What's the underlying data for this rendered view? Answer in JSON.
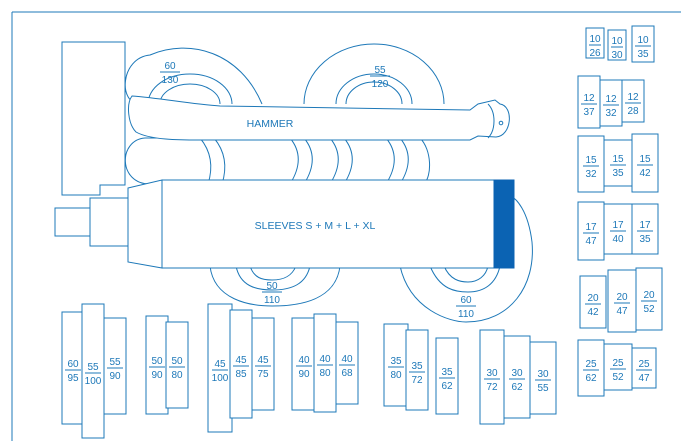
{
  "colors": {
    "line": "#1d78b8",
    "accent": "#0b63b3",
    "background": "#ffffff"
  },
  "labels": {
    "hammer": "HAMMER",
    "sleeves": "SLEEVES S + M + L + XL"
  },
  "drift_labels": [
    {
      "top": "60",
      "bottom": "130"
    },
    {
      "top": "55",
      "bottom": "120"
    },
    {
      "top": "50",
      "bottom": "110"
    },
    {
      "top": "60",
      "bottom": "110"
    }
  ],
  "tool_groups": [
    {
      "name": "group-60-95",
      "items": [
        {
          "top": "60",
          "bottom": "95"
        },
        {
          "top": "55",
          "bottom": "100"
        },
        {
          "top": "55",
          "bottom": "90"
        }
      ]
    },
    {
      "name": "group-50-90",
      "items": [
        {
          "top": "50",
          "bottom": "90"
        },
        {
          "top": "50",
          "bottom": "80"
        }
      ]
    },
    {
      "name": "group-45-100",
      "items": [
        {
          "top": "45",
          "bottom": "100"
        },
        {
          "top": "45",
          "bottom": "85"
        },
        {
          "top": "45",
          "bottom": "75"
        }
      ]
    },
    {
      "name": "group-40-90",
      "items": [
        {
          "top": "40",
          "bottom": "90"
        },
        {
          "top": "40",
          "bottom": "80"
        },
        {
          "top": "40",
          "bottom": "68"
        }
      ]
    },
    {
      "name": "group-35-80",
      "items": [
        {
          "top": "35",
          "bottom": "80"
        },
        {
          "top": "35",
          "bottom": "72"
        },
        {
          "top": "35",
          "bottom": "62"
        }
      ]
    },
    {
      "name": "group-30-72",
      "items": [
        {
          "top": "30",
          "bottom": "72"
        },
        {
          "top": "30",
          "bottom": "62"
        },
        {
          "top": "30",
          "bottom": "55"
        }
      ]
    },
    {
      "name": "group-10-26",
      "items": [
        {
          "top": "10",
          "bottom": "26"
        },
        {
          "top": "10",
          "bottom": "30"
        },
        {
          "top": "10",
          "bottom": "35"
        }
      ]
    },
    {
      "name": "group-12-37",
      "items": [
        {
          "top": "12",
          "bottom": "37"
        },
        {
          "top": "12",
          "bottom": "32"
        },
        {
          "top": "12",
          "bottom": "28"
        }
      ]
    },
    {
      "name": "group-15-32",
      "items": [
        {
          "top": "15",
          "bottom": "32"
        },
        {
          "top": "15",
          "bottom": "35"
        },
        {
          "top": "15",
          "bottom": "42"
        }
      ]
    },
    {
      "name": "group-17-47",
      "items": [
        {
          "top": "17",
          "bottom": "47"
        },
        {
          "top": "17",
          "bottom": "40"
        },
        {
          "top": "17",
          "bottom": "35"
        }
      ]
    },
    {
      "name": "group-20-42",
      "items": [
        {
          "top": "20",
          "bottom": "42"
        },
        {
          "top": "20",
          "bottom": "47"
        },
        {
          "top": "20",
          "bottom": "52"
        }
      ]
    },
    {
      "name": "group-25-62",
      "items": [
        {
          "top": "25",
          "bottom": "62"
        },
        {
          "top": "25",
          "bottom": "52"
        },
        {
          "top": "25",
          "bottom": "47"
        }
      ]
    }
  ]
}
